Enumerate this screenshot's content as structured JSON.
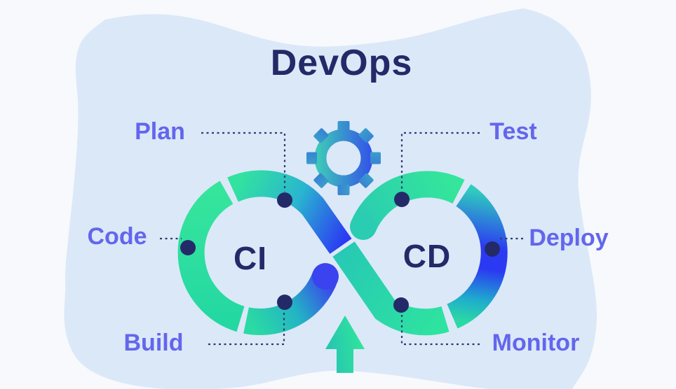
{
  "title": "DevOps",
  "loop_labels": {
    "ci": "CI",
    "cd": "CD"
  },
  "stages": {
    "plan": "Plan",
    "code": "Code",
    "build": "Build",
    "test": "Test",
    "deploy": "Deploy",
    "monitor": "Monitor"
  },
  "icons": {
    "gear": "gear-icon",
    "arrow": "up-arrow-icon"
  },
  "colors": {
    "background": "#f7f9fc",
    "blob": "#dbe8f8",
    "navy": "#232a68",
    "label_purple": "#6366ec",
    "green": "#2fe3a0",
    "teal": "#2abccb",
    "blue": "#2b3cf2",
    "dot": "#242a68",
    "connector": "#2f3a6e"
  }
}
